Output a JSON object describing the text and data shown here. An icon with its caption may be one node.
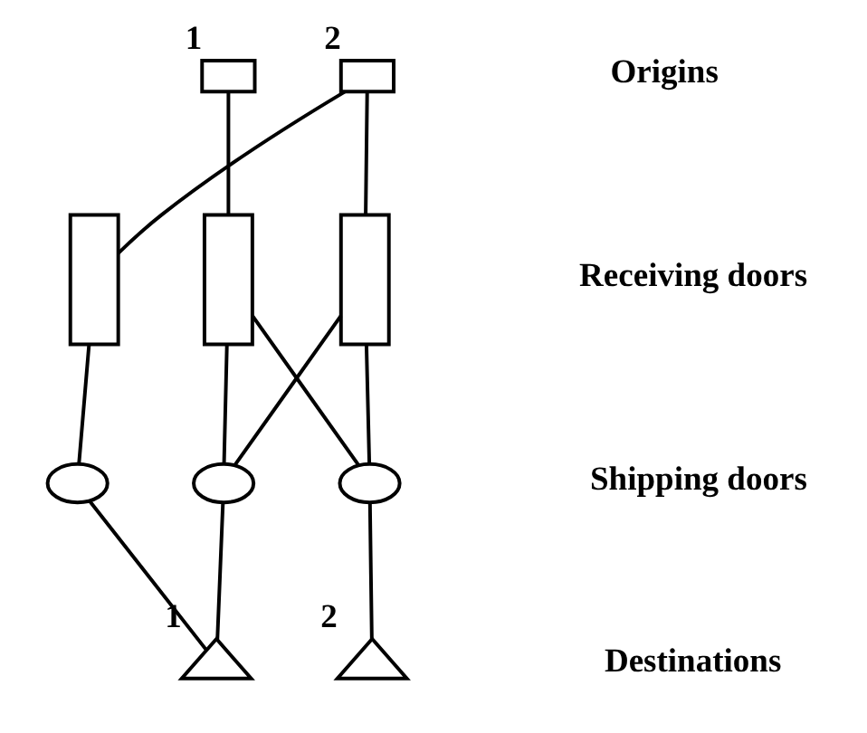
{
  "diagram": {
    "nodes": [
      {
        "text": [],
        "shape": "box",
        "beside": [
          "1"
        ]
      },
      {
        "text": [],
        "shape": "box",
        "beside": [
          "2"
        ]
      },
      {
        "text": [],
        "shape": "bar"
      },
      {
        "text": [],
        "shape": "bar"
      },
      {
        "text": [],
        "shape": "bar"
      },
      {
        "text": [],
        "shape": "ellipse"
      },
      {
        "text": [],
        "shape": "ellipse"
      },
      {
        "text": [],
        "shape": "ellipse"
      },
      {
        "text": [],
        "shape": "triangle",
        "beside": [
          "1"
        ]
      },
      {
        "text": [],
        "shape": "triangle",
        "beside": [
          "2"
        ]
      }
    ],
    "edges": [
      {
        "from": 0,
        "to": 3,
        "arrow": "none"
      },
      {
        "from": 1,
        "to": 2,
        "arrow": "none"
      },
      {
        "from": 1,
        "to": 4,
        "arrow": "none"
      },
      {
        "from": 2,
        "to": 5,
        "arrow": "none"
      },
      {
        "from": 3,
        "to": 6,
        "arrow": "none"
      },
      {
        "from": 3,
        "to": 7,
        "arrow": "none"
      },
      {
        "from": 4,
        "to": 6,
        "arrow": "none"
      },
      {
        "from": 4,
        "to": 7,
        "arrow": "none"
      },
      {
        "from": 5,
        "to": 8,
        "arrow": "none"
      },
      {
        "from": 6,
        "to": 8,
        "arrow": "none"
      },
      {
        "from": 7,
        "to": 9,
        "arrow": "none"
      }
    ],
    "labels": [
      "Origins",
      "Receiving doors",
      "Shipping doors",
      "Destinations"
    ]
  }
}
